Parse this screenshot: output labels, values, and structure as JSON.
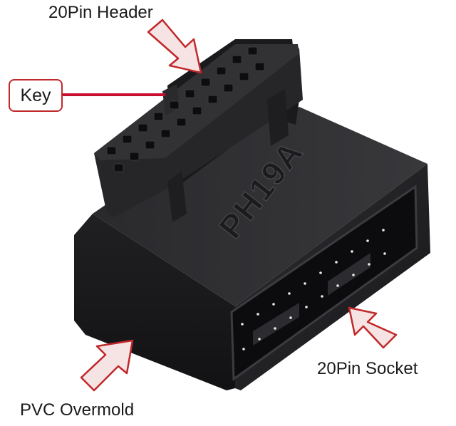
{
  "labels": {
    "header": "20Pin Header",
    "key": "Key",
    "socket": "20Pin Socket",
    "pvc": "PVC Overmold",
    "model": "PH19A"
  },
  "colors": {
    "body": "#232325",
    "body_dark": "#141416",
    "body_light": "#3a3a3d",
    "arrow_stroke": "#c0282a",
    "arrow_fill": "#f6e3e3",
    "key_line": "#c8102e"
  }
}
